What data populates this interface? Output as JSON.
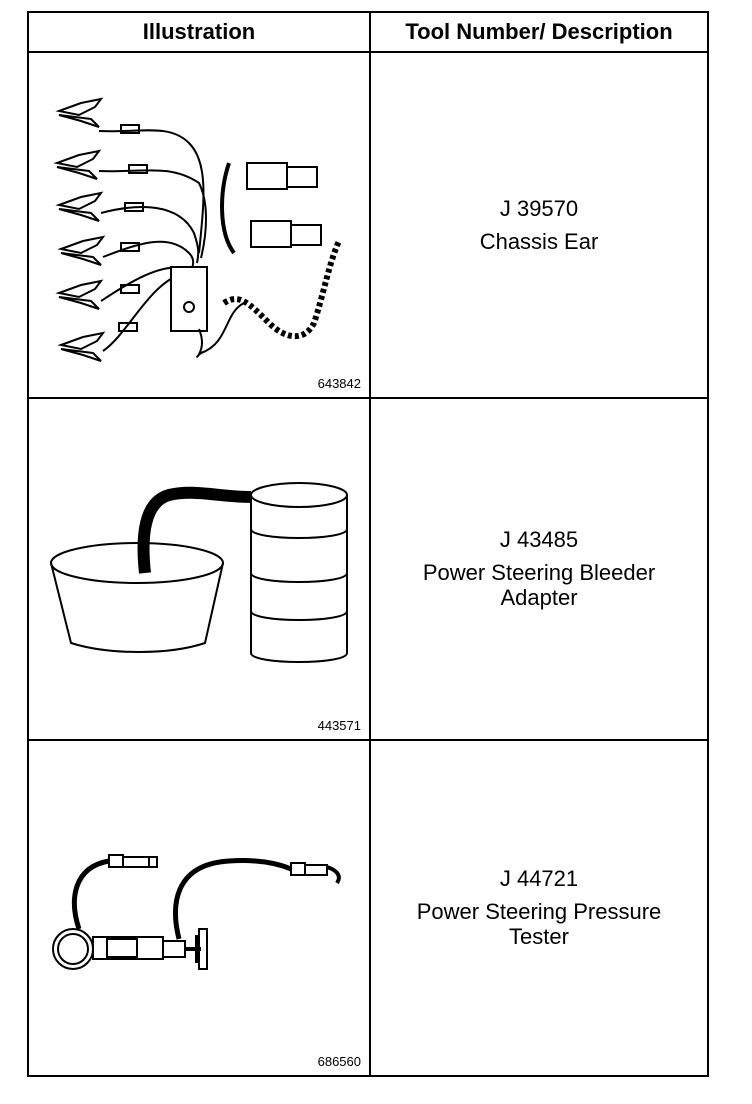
{
  "header": {
    "illustration_label": "Illustration",
    "description_label": "Tool Number/ Description"
  },
  "rows": [
    {
      "figure_id": "643842",
      "tool_number": "J 39570",
      "description": "Chassis Ear",
      "icon": "chassis-ear-illustration"
    },
    {
      "figure_id": "443571",
      "tool_number": "J 43485",
      "description": "Power Steering Bleeder Adapter",
      "icon": "bleeder-adapter-illustration"
    },
    {
      "figure_id": "686560",
      "tool_number": "J 44721",
      "description": "Power Steering Pressure Tester",
      "icon": "pressure-tester-illustration"
    }
  ]
}
